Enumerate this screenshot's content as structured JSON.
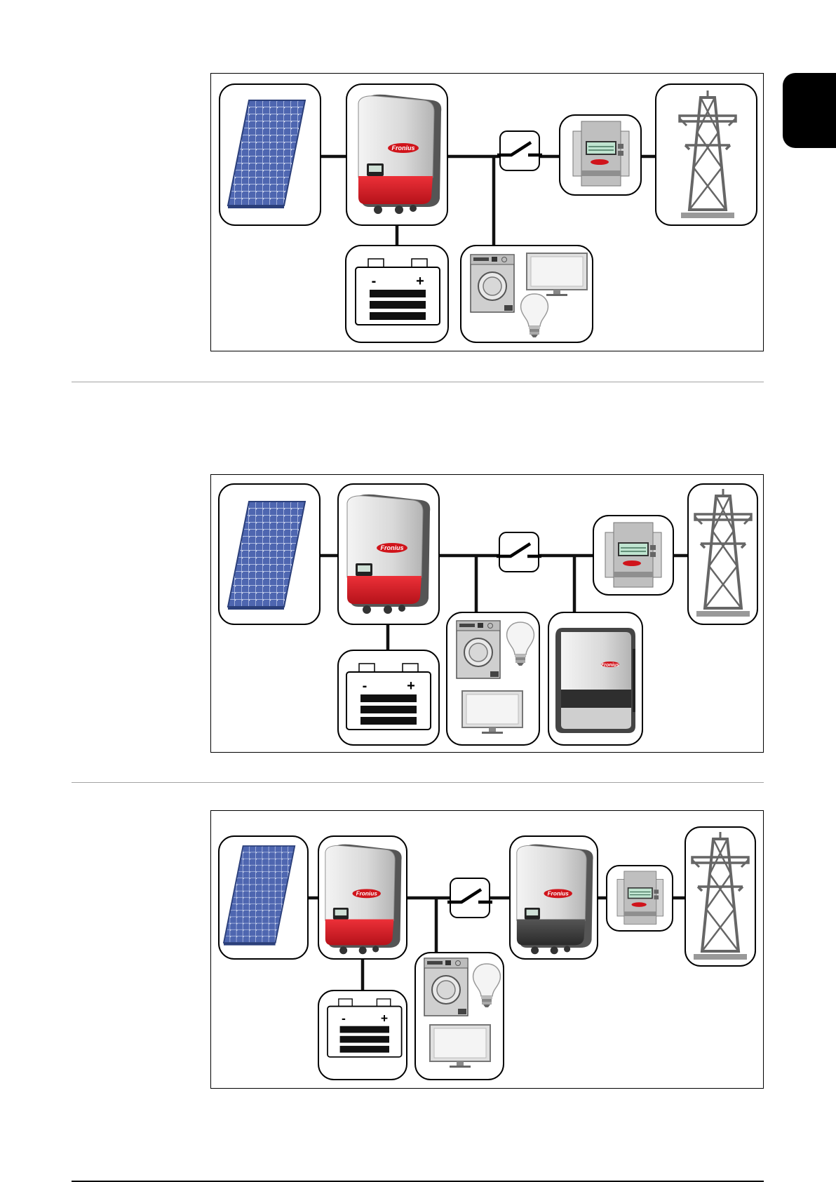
{
  "brand": {
    "logo_text": "Fronius"
  },
  "battery": {
    "minus_symbol": "-",
    "plus_symbol": "+"
  },
  "figures": [
    {
      "components": [
        "pv-module",
        "hybrid-inverter",
        "switch",
        "energy-meter",
        "utility-grid",
        "battery",
        "household-loads"
      ]
    },
    {
      "components": [
        "pv-module",
        "hybrid-inverter",
        "switch",
        "energy-meter",
        "utility-grid",
        "battery",
        "household-loads",
        "ohmpilot"
      ]
    },
    {
      "components": [
        "pv-module",
        "hybrid-inverter",
        "switch",
        "second-inverter",
        "energy-meter",
        "utility-grid",
        "battery",
        "household-loads"
      ]
    }
  ],
  "colors": {
    "inverter_red": "#e0191f",
    "inverter_dark": "#3a3a3a",
    "panel_blue": "#5570b8",
    "line": "#111111",
    "tab": "#000000"
  }
}
